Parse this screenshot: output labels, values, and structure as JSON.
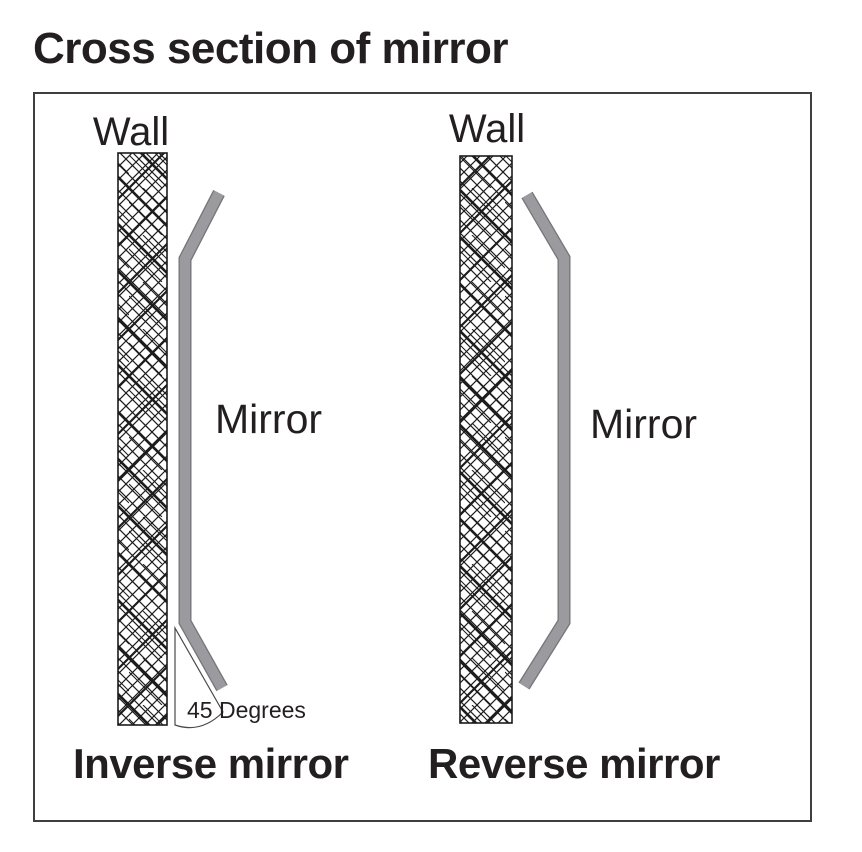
{
  "title": "Cross section of mirror",
  "diagram": {
    "left": {
      "wall_label": "Wall",
      "mirror_label": "Mirror",
      "angle_label": "45 Degrees",
      "caption": "Inverse mirror"
    },
    "right": {
      "wall_label": "Wall",
      "mirror_label": "Mirror",
      "caption": "Reverse mirror"
    }
  },
  "colors": {
    "mirror_fill": "#9b9b9f",
    "mirror_edge": "#75757a",
    "hatch_line": "#1c1c1c",
    "text": "#231f20",
    "box_border": "#3f3f3f"
  }
}
